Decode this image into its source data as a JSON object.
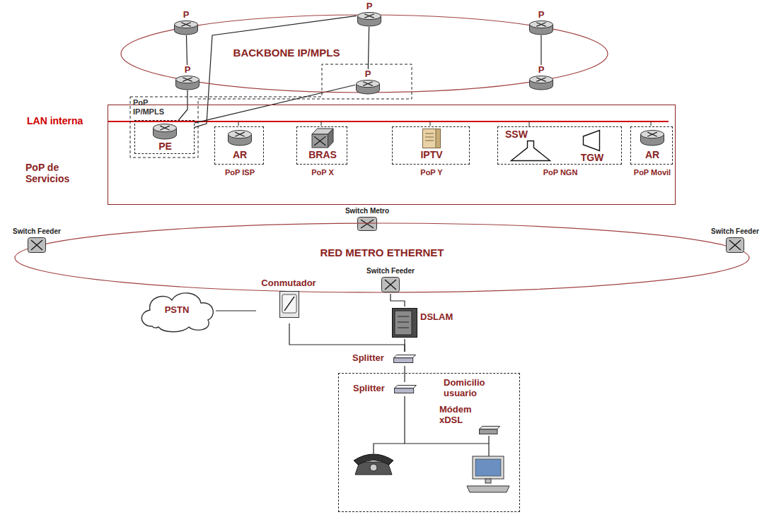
{
  "diagram": {
    "nodes": [
      {
        "text": [
          "BACKBONE IP/MPLS"
        ]
      },
      {
        "text": [
          "P"
        ]
      },
      {
        "text": [
          "P"
        ]
      },
      {
        "text": [
          "P"
        ]
      },
      {
        "text": [
          "P"
        ]
      },
      {
        "text": [
          "PoP IP/MPLS"
        ]
      },
      {
        "text": [
          "P"
        ],
        "in": 5
      },
      {
        "text": [
          "P"
        ]
      },
      {
        "text": [
          "PoP de Servicios"
        ]
      },
      {
        "text": [
          "PE"
        ],
        "in": 5
      },
      {
        "text": [
          "AR",
          "PoP ISP"
        ],
        "in": 8
      },
      {
        "text": [
          "BRAS",
          "PoP X"
        ],
        "in": 8
      },
      {
        "text": [
          "IPTV",
          "PoP Y"
        ],
        "in": 8
      },
      {
        "text": [
          "PoP NGN"
        ],
        "in": 8
      },
      {
        "text": [
          "SSW"
        ],
        "in": 13
      },
      {
        "text": [
          "TGW"
        ],
        "in": 13
      },
      {
        "text": [
          "AR",
          "PoP Movil"
        ],
        "in": 8
      },
      {
        "text": [
          "Switch Metro"
        ]
      },
      {
        "text": [
          "RED METRO ETHERNET"
        ]
      },
      {
        "text": [
          "Switch Feeder"
        ]
      },
      {
        "text": [
          "Switch Feeder"
        ]
      },
      {
        "text": [
          "Switch Feeder"
        ]
      },
      {
        "text": [
          "PSTN"
        ]
      },
      {
        "text": [
          "Conmutador"
        ]
      },
      {
        "text": [
          "DSLAM"
        ]
      },
      {
        "text": [
          "Splitter"
        ]
      },
      {
        "text": [
          "Domicilio usuario"
        ]
      },
      {
        "text": [
          "Splitter"
        ],
        "in": 26
      },
      {
        "text": [
          "Módem xDSL"
        ],
        "in": 26
      }
    ],
    "edges": [
      {
        "from": 1,
        "to": 4,
        "arrow": "none"
      },
      {
        "from": 2,
        "to": 6,
        "arrow": "none"
      },
      {
        "from": 3,
        "to": 7,
        "arrow": "none"
      },
      {
        "from": 9,
        "to": 2,
        "arrow": "none"
      },
      {
        "from": 9,
        "to": 6,
        "arrow": "none"
      },
      {
        "from": 9,
        "to": 4,
        "arrow": "none"
      },
      {
        "from": 21,
        "to": 24,
        "arrow": "none"
      },
      {
        "from": 22,
        "to": 23,
        "arrow": "none"
      },
      {
        "from": 23,
        "to": 25,
        "arrow": "none"
      },
      {
        "from": 24,
        "to": 25,
        "arrow": "none"
      },
      {
        "from": 25,
        "to": 27,
        "arrow": "none"
      },
      {
        "from": 27,
        "to": 28,
        "arrow": "none"
      }
    ],
    "labels": [
      "LAN interna"
    ]
  }
}
